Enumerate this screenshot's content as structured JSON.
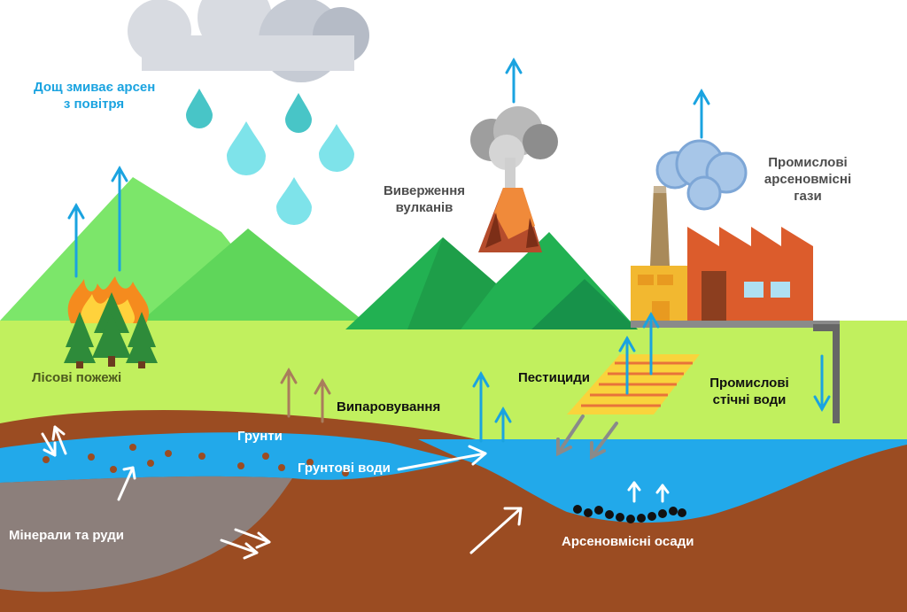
{
  "labels": {
    "rain": [
      "Дощ змиває арсен",
      "з повітря"
    ],
    "volcano": [
      "Виверження",
      "вулканів"
    ],
    "industrial_gases": [
      "Промислові",
      "арсеновмісні",
      "гази"
    ],
    "forest_fires": "Лісові пожежі",
    "pesticides": "Пестициди",
    "industrial_wastewater": [
      "Промислові",
      "стічні води"
    ],
    "evaporation": "Випаровування",
    "soils": "Грунти",
    "groundwater": "Грунтові води",
    "minerals": "Мінерали та руди",
    "sediments": "Арсеновмісні осади"
  },
  "colors": {
    "sky_arrow": "#1aa3e0",
    "evaporation_arrow": "#a97d5c",
    "pesticide_arrow": "#8a8a8a",
    "grass": "#c1f05e",
    "water": "#22a9ea",
    "earth": "#9b4c22",
    "rock": "#8c7f7b",
    "mountain_dark": "#22b152",
    "mountain_light": "#7ce66a",
    "factory": "#dc5c2c",
    "cloud": "#d8dbe1",
    "raindrop": "#7ee3ea"
  },
  "icons": [
    "cloud-icon",
    "raindrop-icon",
    "volcano-icon",
    "factory-icon",
    "fire-icon",
    "tree-icon",
    "pipe-icon",
    "pesticide-field-icon",
    "sediment-icon"
  ]
}
